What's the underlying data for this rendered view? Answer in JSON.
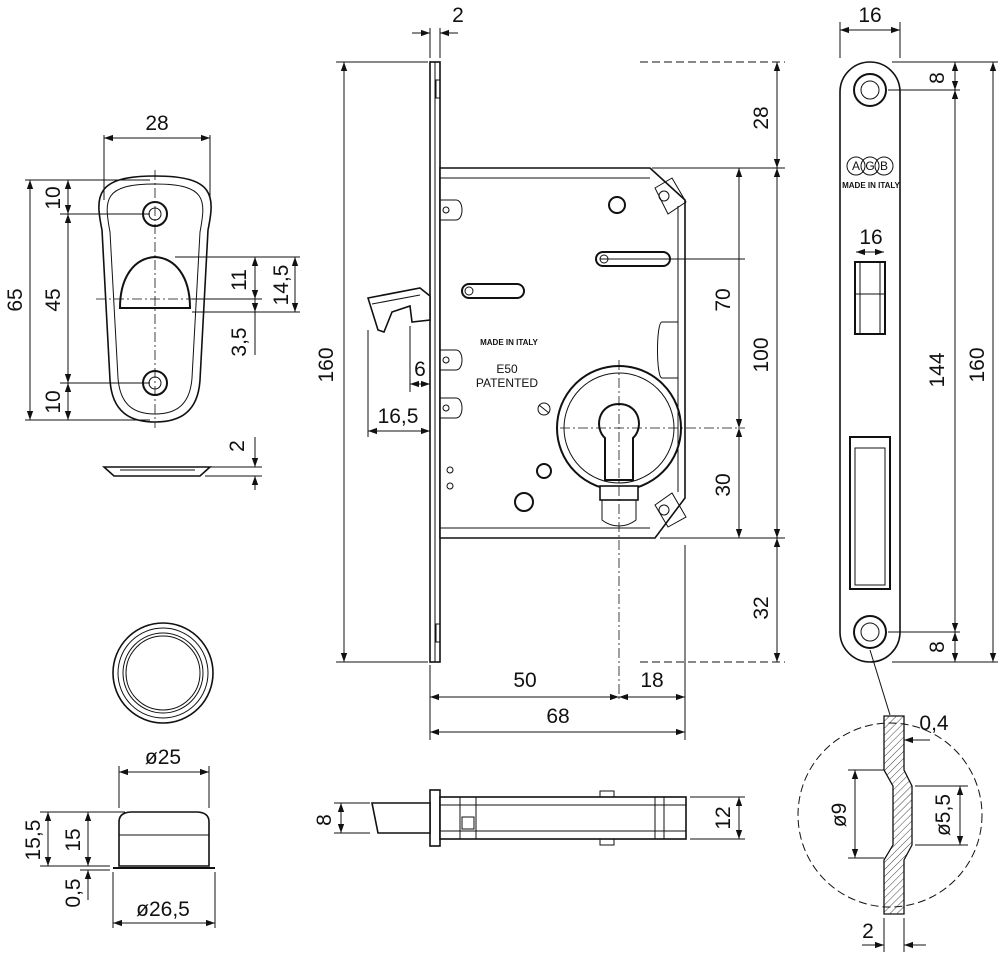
{
  "drawing": {
    "strike_plate": {
      "width": "28",
      "height": "65",
      "hole_pitch": "45",
      "hole_offset_top": "10",
      "hole_offset_bottom": "10",
      "recess_height": "14,5",
      "recess_upper": "11",
      "recess_lower": "3,5",
      "thickness": "2"
    },
    "knob": {
      "outer_diameter": "ø25",
      "base_diameter": "ø26,5",
      "height_total": "15,5",
      "height": "15",
      "base_thickness": "0,5"
    },
    "lock_body": {
      "faceplate_thickness": "2",
      "faceplate_height": "160",
      "case_offset_top": "28",
      "case_height": "100",
      "bolt_to_keyhole": "70",
      "keyhole_to_bottom": "30",
      "case_offset_bottom": "32",
      "hook_reach": "16,5",
      "hook_inner": "6",
      "backset": "50",
      "backset_rear": "18",
      "case_depth": "68",
      "label_made_in": "MADE IN ITALY",
      "label_model": "E50",
      "label_patent": "PATENTED"
    },
    "bolt_view": {
      "bolt_height": "8",
      "case_thickness": "12"
    },
    "faceplate": {
      "width": "16",
      "hole_offset_top": "8",
      "hole_offset_bottom": "8",
      "hole_pitch": "144",
      "length": "160",
      "brand": "AGB",
      "made_in": "MADE IN ITALY"
    },
    "detail": {
      "offset": "0,4",
      "outer_diameter": "ø9",
      "inner_diameter": "ø5,5",
      "thickness": "2"
    }
  }
}
